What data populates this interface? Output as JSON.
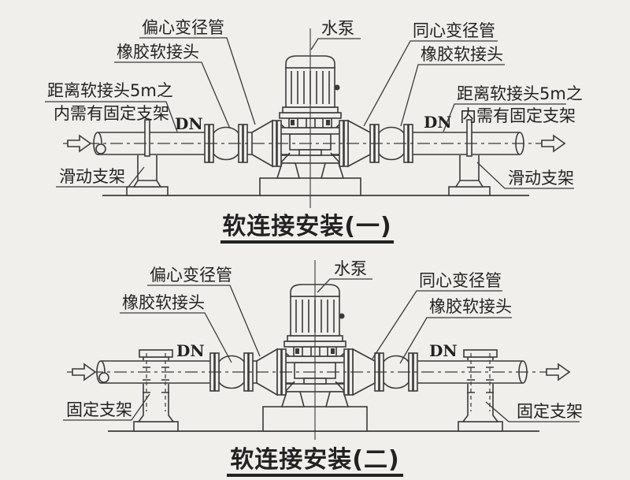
{
  "page": {
    "background": "#f0efec",
    "line_color": "#3a3a3a",
    "text_color": "#222222"
  },
  "diagrams": [
    {
      "title": "软连接安装(一)",
      "labels": {
        "pump": "水泵",
        "eccentric_reducer": "偏心变径管",
        "concentric_reducer": "同心变径管",
        "rubber_joint_left": "橡胶软接头",
        "rubber_joint_right": "橡胶软接头",
        "note_left_line1": "距离软接头5m之",
        "note_left_line2": "内需有固定支架",
        "note_right_line1": "距离软接头5m之",
        "note_right_line2": "内需有固定支架",
        "dn_left": "DN",
        "dn_right": "DN",
        "support_left": "滑动支架",
        "support_right": "滑动支架"
      }
    },
    {
      "title": "软连接安装(二)",
      "labels": {
        "pump": "水泵",
        "eccentric_reducer": "偏心变径管",
        "concentric_reducer": "同心变径管",
        "rubber_joint_left": "橡胶软接头",
        "rubber_joint_right": "橡胶软接头",
        "dn_left": "DN",
        "dn_right": "DN",
        "support_left": "固定支架",
        "support_right": "固定支架"
      }
    }
  ]
}
